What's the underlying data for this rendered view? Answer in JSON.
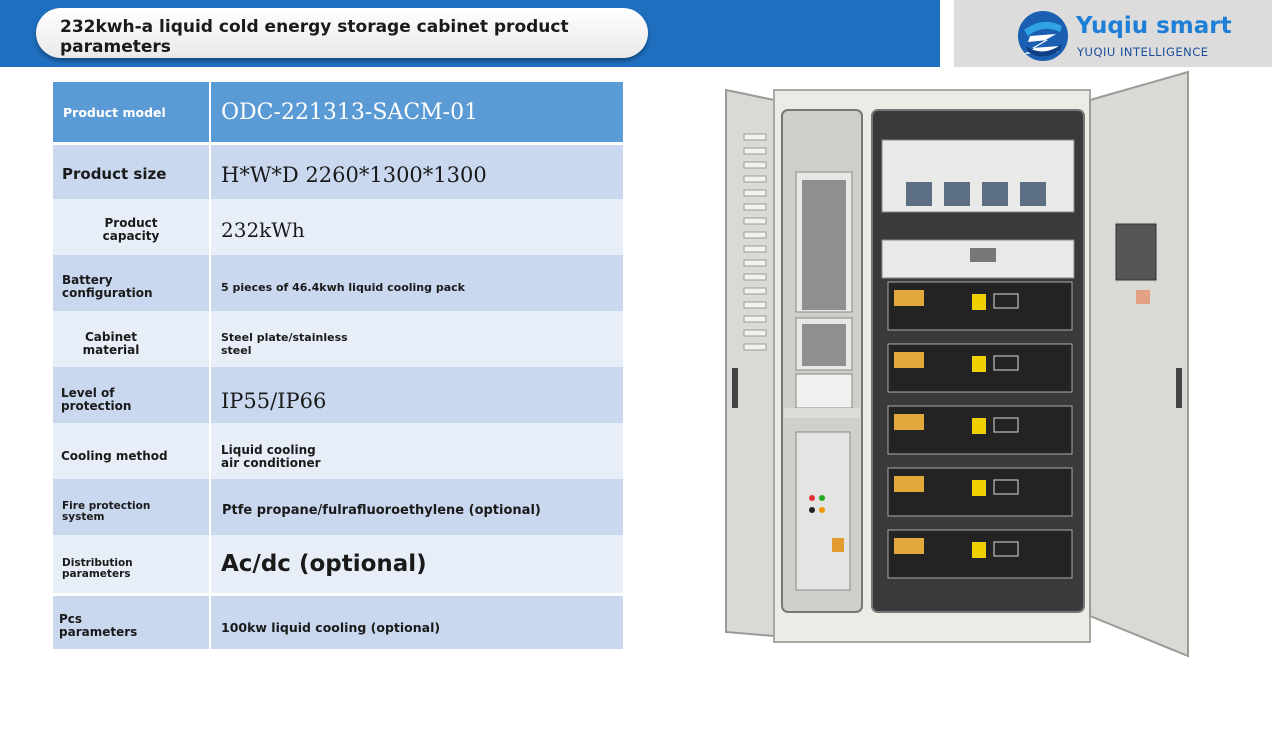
{
  "header": {
    "title": "232kwh-a liquid cold energy storage cabinet product parameters"
  },
  "logo": {
    "name": "Yuqiu smart",
    "subtitle": "YUQIU INTELLIGENCE",
    "icon": "yuqiu-logo-icon"
  },
  "colors": {
    "header_blue": "#1f6fc0",
    "table_head": "#5b9bd5",
    "row_blue": "#c9d8ee",
    "row_light": "#e8eef7"
  },
  "specs": [
    {
      "label": "Product model",
      "value": "ODC-221313-SACM-01"
    },
    {
      "label": "Product size",
      "value": "H*W*D 2260*1300*1300"
    },
    {
      "label": "Product capacity",
      "value": "232kWh"
    },
    {
      "label": "Battery configuration",
      "value": "5 pieces of 46.4kwh liquid cooling pack"
    },
    {
      "label": "Cabinet material",
      "value": "Steel plate/stainless steel"
    },
    {
      "label": "Level of protection",
      "value": "IP55/IP66"
    },
    {
      "label": "Cooling method",
      "value": "Liquid cooling air conditioner"
    },
    {
      "label": "Fire protection system",
      "value": "Ptfe propane/fulrafluoroethylene (optional)"
    },
    {
      "label": "Distribution parameters",
      "value": "Ac/dc (optional)"
    },
    {
      "label": "Pcs parameters",
      "value": "100kw liquid cooling (optional)"
    }
  ]
}
